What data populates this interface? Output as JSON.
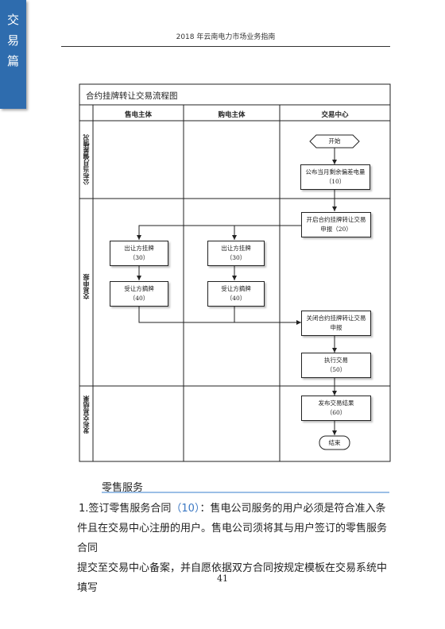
{
  "side_tab": {
    "chars": [
      "交",
      "易",
      "篇"
    ]
  },
  "header": {
    "title": "2018 年云南电力市场业务指南"
  },
  "flowchart": {
    "title": "合约挂牌转让交易流程图",
    "lanes": [
      "售电主体",
      "购电主体",
      "交易中心"
    ],
    "phases": [
      "公布当月偏差情况",
      "交易申报",
      "发布交易结果"
    ],
    "nodes": {
      "start": "开始",
      "publish_line1": "公布当月剩余偏差电量",
      "publish_line2": "（10）",
      "open_line1": "开启合约挂牌转让交易",
      "open_line2": "申报（20）",
      "sell_list_line1": "出让方挂牌",
      "sell_list_line2": "（30）",
      "sell_take_line1": "受让方摘牌",
      "sell_take_line2": "（40）",
      "buy_list_line1": "出让方挂牌",
      "buy_list_line2": "（30）",
      "buy_take_line1": "受让方摘牌",
      "buy_take_line2": "（40）",
      "close_line1": "关闭合约挂牌转让交易",
      "close_line2": "申报",
      "exec_line1": "执行交易",
      "exec_line2": "（50）",
      "result_line1": "发布交易结果",
      "result_line2": "（60）",
      "end": "结束"
    }
  },
  "section": {
    "title": "零售服务",
    "para_prefix": "1.签订零售服务合同",
    "para_ref": "（10）",
    "para_line1_rest": "：售电公司服务的用户必须是符合准入条",
    "para_line2": "件且在交易中心注册的用户。售电公司须将其与用户签订的零售服务合同",
    "para_line3": "提交至交易中心备案，并自愿依据双方合同按规定模板在交易系统中填写"
  },
  "footer": {
    "page_number": "41"
  }
}
